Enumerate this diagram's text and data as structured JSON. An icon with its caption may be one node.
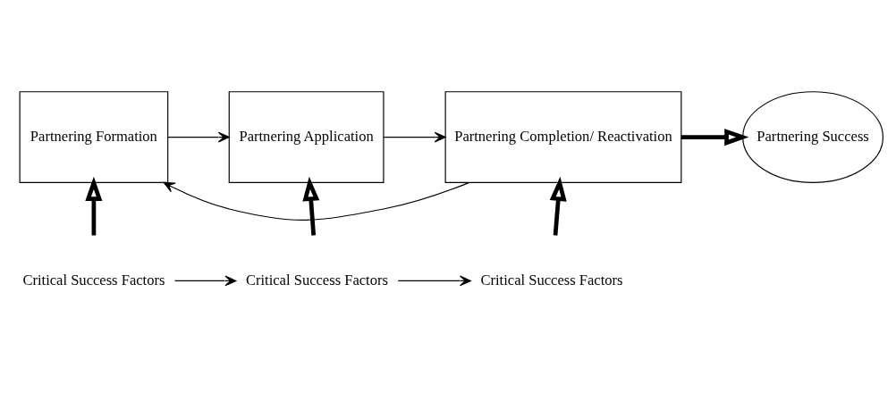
{
  "diagram": {
    "nodes": [
      {
        "text": [
          "Partnering Formation"
        ]
      },
      {
        "text": [
          "Partnering Application"
        ]
      },
      {
        "text": [
          "Partnering Completion/ Reactivation"
        ]
      },
      {
        "text": [
          "Partnering Success"
        ]
      },
      {
        "text": [
          "Critical Success Factors"
        ]
      },
      {
        "text": [
          "Critical Success Factors"
        ]
      },
      {
        "text": [
          "Critical Success Factors"
        ]
      }
    ],
    "edges": [
      {
        "from": 0,
        "to": 1,
        "arrow": "to"
      },
      {
        "from": 1,
        "to": 2,
        "arrow": "to"
      },
      {
        "from": 2,
        "to": 0,
        "arrow": "to"
      },
      {
        "from": 2,
        "to": 3,
        "arrow": "to",
        "style": "thick"
      },
      {
        "from": 4,
        "to": 0,
        "arrow": "to",
        "style": "thick"
      },
      {
        "from": 5,
        "to": 1,
        "arrow": "to",
        "style": "thick"
      },
      {
        "from": 6,
        "to": 2,
        "arrow": "to",
        "style": "thick"
      },
      {
        "from": 4,
        "to": 5,
        "arrow": "to"
      },
      {
        "from": 5,
        "to": 6,
        "arrow": "to"
      }
    ]
  }
}
